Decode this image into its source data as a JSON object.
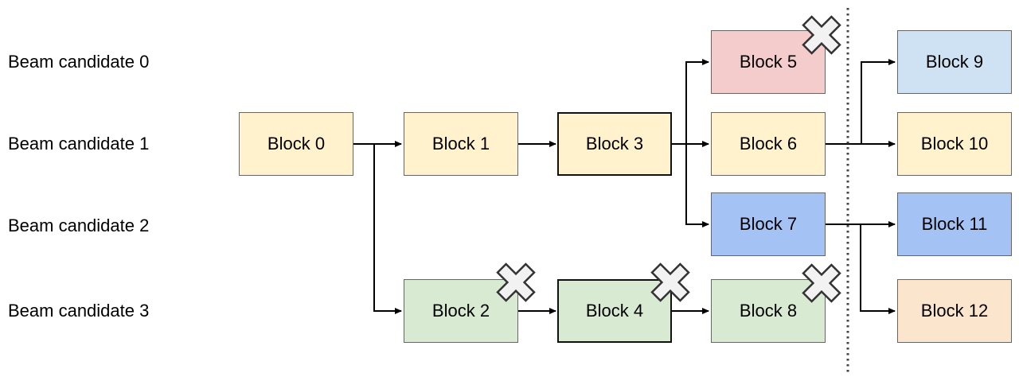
{
  "diagram": {
    "type": "beam-search-block-graph",
    "row_labels": [
      "Beam candidate 0",
      "Beam candidate 1",
      "Beam candidate 2",
      "Beam candidate 3"
    ],
    "blocks": [
      {
        "id": 0,
        "label": "Block 0",
        "row": 1,
        "col": 0,
        "color": "cream",
        "pruned": false
      },
      {
        "id": 1,
        "label": "Block 1",
        "row": 1,
        "col": 1,
        "color": "cream",
        "pruned": false
      },
      {
        "id": 2,
        "label": "Block 2",
        "row": 3,
        "col": 1,
        "color": "green",
        "pruned": true
      },
      {
        "id": 3,
        "label": "Block 3",
        "row": 1,
        "col": 2,
        "color": "cream",
        "pruned": false,
        "emphasized_border": true
      },
      {
        "id": 4,
        "label": "Block 4",
        "row": 3,
        "col": 2,
        "color": "green",
        "pruned": true,
        "emphasized_border": true
      },
      {
        "id": 5,
        "label": "Block 5",
        "row": 0,
        "col": 3,
        "color": "pink",
        "pruned": true
      },
      {
        "id": 6,
        "label": "Block 6",
        "row": 1,
        "col": 3,
        "color": "cream",
        "pruned": false
      },
      {
        "id": 7,
        "label": "Block 7",
        "row": 2,
        "col": 3,
        "color": "blue",
        "pruned": false
      },
      {
        "id": 8,
        "label": "Block 8",
        "row": 3,
        "col": 3,
        "color": "green",
        "pruned": true
      },
      {
        "id": 9,
        "label": "Block 9",
        "row": 0,
        "col": 4,
        "color": "lightblue",
        "pruned": false
      },
      {
        "id": 10,
        "label": "Block 10",
        "row": 1,
        "col": 4,
        "color": "cream",
        "pruned": false
      },
      {
        "id": 11,
        "label": "Block 11",
        "row": 2,
        "col": 4,
        "color": "blue",
        "pruned": false
      },
      {
        "id": 12,
        "label": "Block 12",
        "row": 3,
        "col": 4,
        "color": "peach",
        "pruned": false
      }
    ],
    "edges": [
      [
        0,
        1
      ],
      [
        0,
        2
      ],
      [
        1,
        3
      ],
      [
        2,
        4
      ],
      [
        3,
        5
      ],
      [
        3,
        6
      ],
      [
        3,
        7
      ],
      [
        4,
        8
      ],
      [
        6,
        9
      ],
      [
        6,
        10
      ],
      [
        7,
        11
      ],
      [
        7,
        12
      ]
    ],
    "pruned_marker": "x-cross",
    "pruned_block_ids": [
      2,
      4,
      5,
      8
    ],
    "separator": {
      "type": "dotted-vertical-line",
      "between": "generated blocks (cols 0-3) and next-step blocks (col 4)"
    },
    "colors": {
      "cream": "#FFF2CC",
      "pink": "#F4CCCC",
      "green": "#D9EAD3",
      "blue": "#A4C2F4",
      "lightblue": "#CFE2F3",
      "peach": "#FCE5CD",
      "block_border": "#666666",
      "block_border_emphasis": "#111111",
      "connector_line": "#000000",
      "x_mark_fill": "#F2F2F2",
      "x_mark_stroke": "#333333",
      "background": "#FFFFFF"
    }
  }
}
